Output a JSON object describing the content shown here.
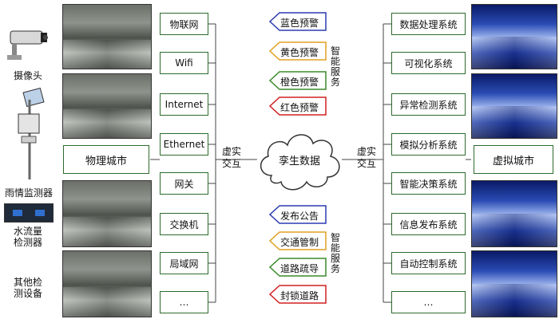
{
  "left_devices": [
    {
      "label": "摄像头"
    },
    {
      "label": "雨情监测器"
    },
    {
      "label": "水流量\n检测器"
    },
    {
      "label": "其他检\n测设备"
    }
  ],
  "physical_city": "物理城市",
  "virtual_city": "虚拟城市",
  "network_items": [
    "物联网",
    "Wifi",
    "Internet",
    "Ethernet",
    "网关",
    "交换机",
    "局域网",
    "…"
  ],
  "system_items": [
    "数据处理系统",
    "可视化系统",
    "异常检测系统",
    "模拟分析系统",
    "智能决策系统",
    "信息发布系统",
    "自动控制系统",
    "…"
  ],
  "interaction_left": [
    "虚实",
    "交互"
  ],
  "interaction_right": [
    "虚实",
    "交互"
  ],
  "twin_label": "孪生数据",
  "warnings": [
    {
      "label": "蓝色预警",
      "color": "#2b3bb0"
    },
    {
      "label": "黄色预警",
      "color": "#e0a020"
    },
    {
      "label": "橙色预警",
      "color": "#3a8a2a"
    },
    {
      "label": "红色预警",
      "color": "#d02020"
    }
  ],
  "services_top": [
    "智",
    "能",
    "服",
    "务"
  ],
  "actions": [
    {
      "label": "发布公告",
      "color": "#2b3bb0"
    },
    {
      "label": "交通管制",
      "color": "#e0a020"
    },
    {
      "label": "道路疏导",
      "color": "#3a8a2a"
    },
    {
      "label": "封锁道路",
      "color": "#d02020"
    }
  ],
  "services_bottom": [
    "智",
    "能",
    "服",
    "务"
  ],
  "colors": {
    "box_border": "#2d6b2d",
    "line": "#444444"
  }
}
